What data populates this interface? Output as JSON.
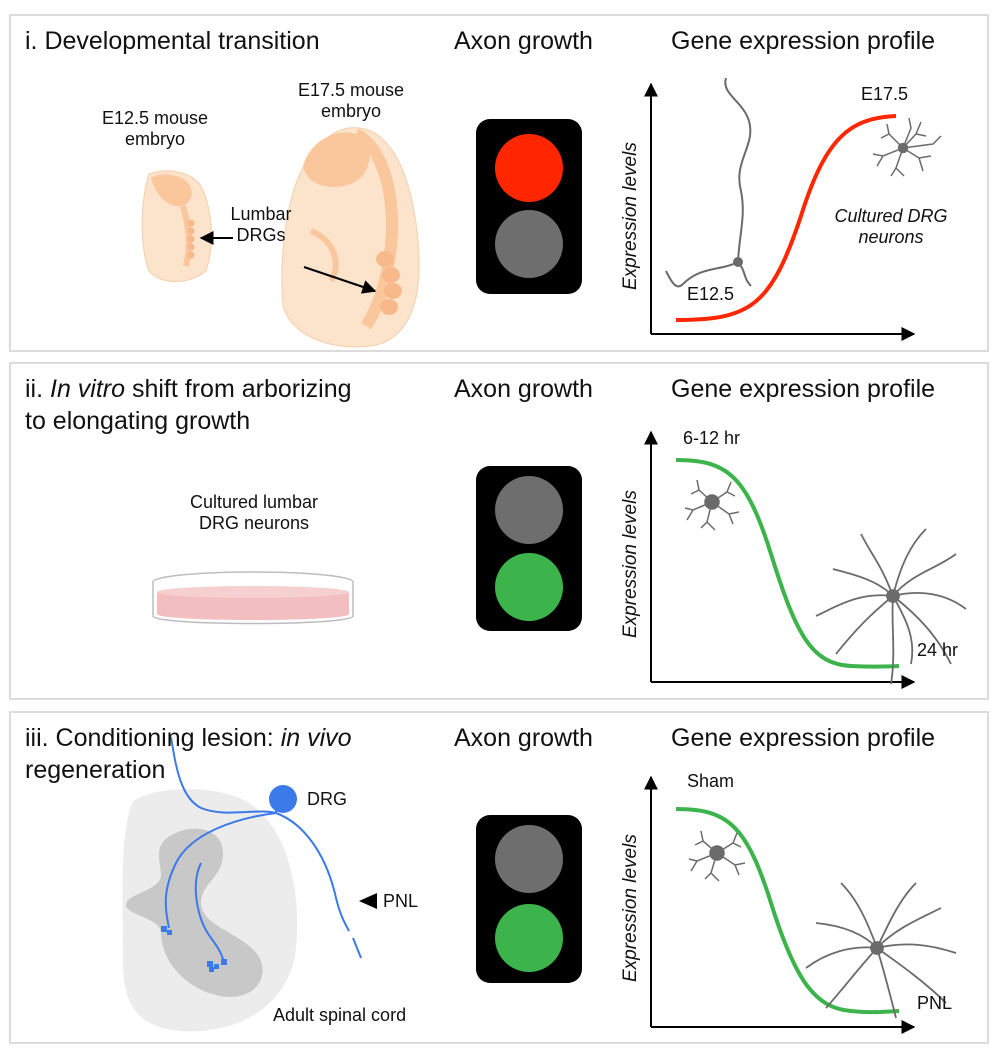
{
  "colors": {
    "red_light": "#ff2600",
    "green_light": "#3cb44b",
    "off_light": "#6e6e6e",
    "curve_red": "#ff2600",
    "curve_green": "#3cb44b",
    "embryo": "#fce3cc",
    "embryo_inner": "#f9c79b",
    "neuron": "#6b6b6b",
    "dish_liquid": "#f3bec0",
    "spinal_blue": "#3b7ae8"
  },
  "panels": [
    {
      "title": "i. Developmental transition",
      "axon_growth": "Axon growth",
      "gene_profile": "Gene expression profile",
      "labels": {
        "e125": "E12.5 mouse\nembryo",
        "e175": "E17.5 mouse\nembryo",
        "lumbar": "Lumbar\nDRGs",
        "chart_e175": "E17.5",
        "chart_e125": "E12.5",
        "cultured": "Cultured DRG\nneurons"
      },
      "light_state": "red"
    },
    {
      "title_italic": "In vitro",
      "title_prefix": "ii. ",
      "title_rest": " shift from arborizing",
      "title_line2": "to elongating growth",
      "axon_growth": "Axon growth",
      "gene_profile": "Gene expression profile",
      "labels": {
        "dish": "Cultured lumbar\nDRG neurons",
        "t1": "6-12 hr",
        "t2": "24 hr"
      },
      "light_state": "green"
    },
    {
      "title_prefix": "iii. Conditioning lesion: ",
      "title_italic": "in vivo",
      "title_line2": "regeneration",
      "axon_growth": "Axon growth",
      "gene_profile": "Gene expression profile",
      "labels": {
        "drg": "DRG",
        "pnl_arrow": "PNL",
        "cord": "Adult spinal cord",
        "sham": "Sham",
        "pnl": "PNL"
      },
      "light_state": "green"
    }
  ],
  "ylabel": "Expression levels",
  "chart_data": [
    {
      "type": "line",
      "title": "Gene expression profile",
      "ylabel": "Expression levels",
      "xlabel": "",
      "series": [
        {
          "values": [
            0.05,
            0.1,
            0.5,
            0.9,
            0.95
          ]
        }
      ],
      "x": [
        "E12.5",
        "",
        "",
        "",
        "E17.5"
      ]
    },
    {
      "type": "line",
      "title": "Gene expression profile",
      "ylabel": "Expression levels",
      "xlabel": "",
      "series": [
        {
          "values": [
            0.95,
            0.9,
            0.5,
            0.1,
            0.05
          ]
        }
      ],
      "x": [
        "6-12 hr",
        "",
        "",
        "",
        "24 hr"
      ]
    },
    {
      "type": "line",
      "title": "Gene expression profile",
      "ylabel": "Expression levels",
      "xlabel": "",
      "series": [
        {
          "values": [
            0.95,
            0.9,
            0.5,
            0.1,
            0.05
          ]
        }
      ],
      "x": [
        "Sham",
        "",
        "",
        "",
        "PNL"
      ]
    }
  ]
}
